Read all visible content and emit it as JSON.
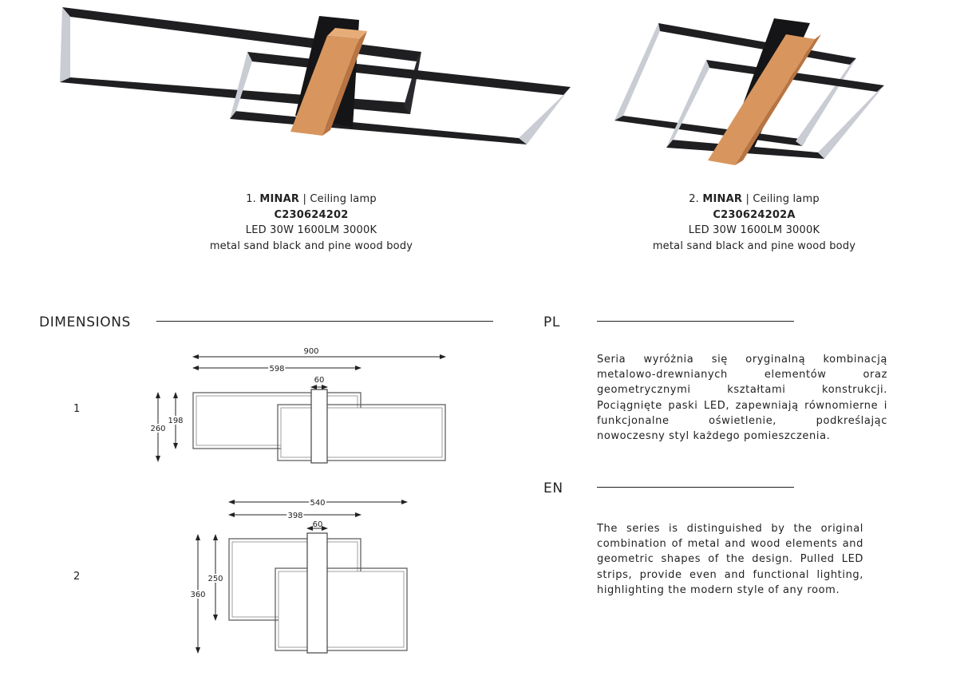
{
  "products": [
    {
      "number": "1.",
      "name": "MINAR",
      "type": "| Ceiling lamp",
      "code": "C230624202",
      "spec": "LED 30W 1600LM 3000K",
      "body": "metal sand black and pine wood body"
    },
    {
      "number": "2.",
      "name": "MINAR",
      "type": "| Ceiling lamp",
      "code": "C230624202A",
      "spec": "LED 30W 1600LM 3000K",
      "body": "metal sand black and pine wood body"
    }
  ],
  "dimensions": {
    "title": "DIMENSIONS",
    "rows": [
      {
        "label": "1",
        "overall_width": "900",
        "frame_width": "598",
        "beam_width": "60",
        "overall_height": "260",
        "frame_height": "198"
      },
      {
        "label": "2",
        "overall_width": "540",
        "frame_width": "398",
        "beam_width": "60",
        "overall_height": "360",
        "frame_height": "250"
      }
    ]
  },
  "pl": {
    "title": "PL",
    "text": "Seria wyróżnia się oryginalną kombinacją metalowo-drewnianych elementów oraz geometrycznymi kształtami konstrukcji. Pociągnięte paski LED, zapewniają równomierne i funkcjonalne oświetlenie, podkreślając nowoczesny styl każdego pomieszczenia."
  },
  "en": {
    "title": "EN",
    "text": "The series is distinguished by the original combination of metal and wood elements and geometric shapes of the design. Pulled LED strips, provide even and functional lighting, highlighting the modern style of any room."
  },
  "colors": {
    "frame_dark": "#1f1f22",
    "frame_light": "#c9ccd3",
    "wood": "#d8965e",
    "wood_dark": "#b87442",
    "ink": "#222222"
  }
}
